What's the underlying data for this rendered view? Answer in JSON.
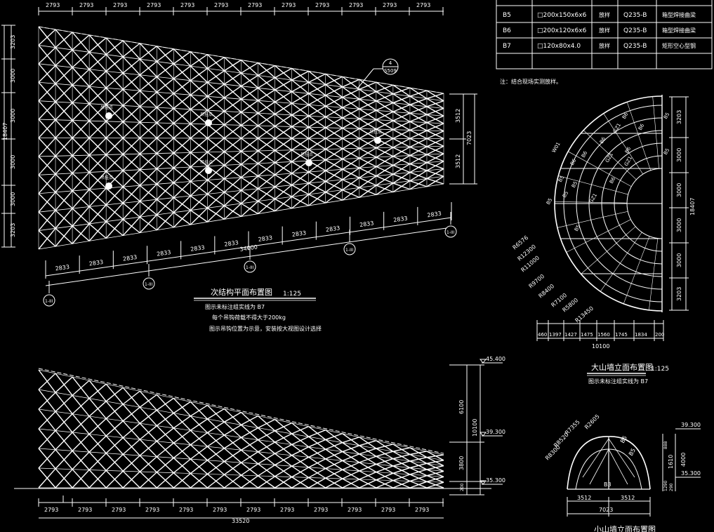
{
  "top_dims": [
    "2793",
    "2793",
    "2793",
    "2793",
    "2793",
    "2793",
    "2793",
    "2793",
    "2793",
    "2793",
    "2793",
    "2793"
  ],
  "left_dims": [
    "3203",
    "3000",
    "3000",
    "3000",
    "3000",
    "3203"
  ],
  "left_total": "18407",
  "right_plan_dims": [
    "3512",
    "3512"
  ],
  "right_plan_total": "7023",
  "callout_num": "4",
  "callout_ref": "S509",
  "hanger_labels": [
    "吊挂点",
    "吊挂点",
    "吊挂点",
    "吊挂点",
    "吊挂点",
    "吊挂点",
    "吊挂点"
  ],
  "bottom_dims": [
    "2833",
    "2833",
    "2833",
    "2833",
    "2833",
    "2833",
    "2833",
    "2833",
    "2833",
    "2833",
    "2833",
    "2833"
  ],
  "bottom_total": "34000",
  "axis_marks": [
    "1-III",
    "1-III",
    "1-III",
    "1-III",
    "1-III"
  ],
  "plan_title": "次结构平面布置图",
  "plan_scale": "1:125",
  "plan_notes": [
    "图示未标注组实线为 B7",
    "每个吊钩荷载不得大于200kg",
    "图示吊钩位置为示意，安装按大视图设计选择"
  ],
  "table": {
    "rows": [
      {
        "id": "B5",
        "section": "□200x150x6x6",
        "type": "放样",
        "grade": "Q235-B",
        "desc": "箱型焊接曲梁"
      },
      {
        "id": "B6",
        "section": "□200x120x6x6",
        "type": "放样",
        "grade": "Q235-B",
        "desc": "箱型焊接曲梁"
      },
      {
        "id": "B7",
        "section": "□120x80x4.0",
        "type": "放样",
        "grade": "Q235-B",
        "desc": "矩形空心型钢"
      }
    ]
  },
  "table_note": "注：结合现场实测放样。",
  "elev_right_dims": [
    "3203",
    "3000",
    "3000",
    "3000",
    "3000",
    "3203"
  ],
  "elev_right_total": "18407",
  "radii_labels": [
    "R6576",
    "R12300",
    "R11000",
    "R9700",
    "R8400",
    "R7100",
    "R5800",
    "R13450"
  ],
  "arc_bottom_dims": [
    "460",
    "1397",
    "1427",
    "1475",
    "1560",
    "1745",
    "1834",
    "200"
  ],
  "arc_bottom_total": "10100",
  "arc_member_labels": [
    "B6",
    "B6",
    "B6",
    "GZ1",
    "B6",
    "B6",
    "B6",
    "GZ1",
    "GZ1",
    "B6",
    "B5",
    "B5",
    "B5",
    "B5",
    "B5",
    "W01",
    "B5",
    "B5",
    "GZ1"
  ],
  "big_gable_title": "大山墙立面布置图",
  "big_gable_scale": "1:125",
  "big_gable_note": "图示未标注组实线为 B7",
  "elev_levels": [
    "45.400",
    "39.300",
    "35.300"
  ],
  "elev_dims": [
    "6100",
    "3800",
    "200"
  ],
  "elev_total": "10100",
  "elev_bottom_dims": [
    "2793",
    "2793",
    "2793",
    "2793",
    "2793",
    "2793",
    "2793",
    "2793",
    "2793",
    "2793",
    "2793",
    "2793"
  ],
  "elev_bottom_total": "33520",
  "small_levels": [
    "39.300",
    "35.300"
  ],
  "small_radii": [
    "R2605",
    "R7355",
    "R8520",
    "R8300"
  ],
  "small_dims": [
    "1610",
    "4000",
    "290"
  ],
  "small_side": [
    "888",
    "1290",
    "290"
  ],
  "small_bottom": [
    "3512",
    "3512"
  ],
  "small_total": "7023",
  "small_members": [
    "B5",
    "B5",
    "B3"
  ],
  "small_title": "小山墙立面布置图"
}
